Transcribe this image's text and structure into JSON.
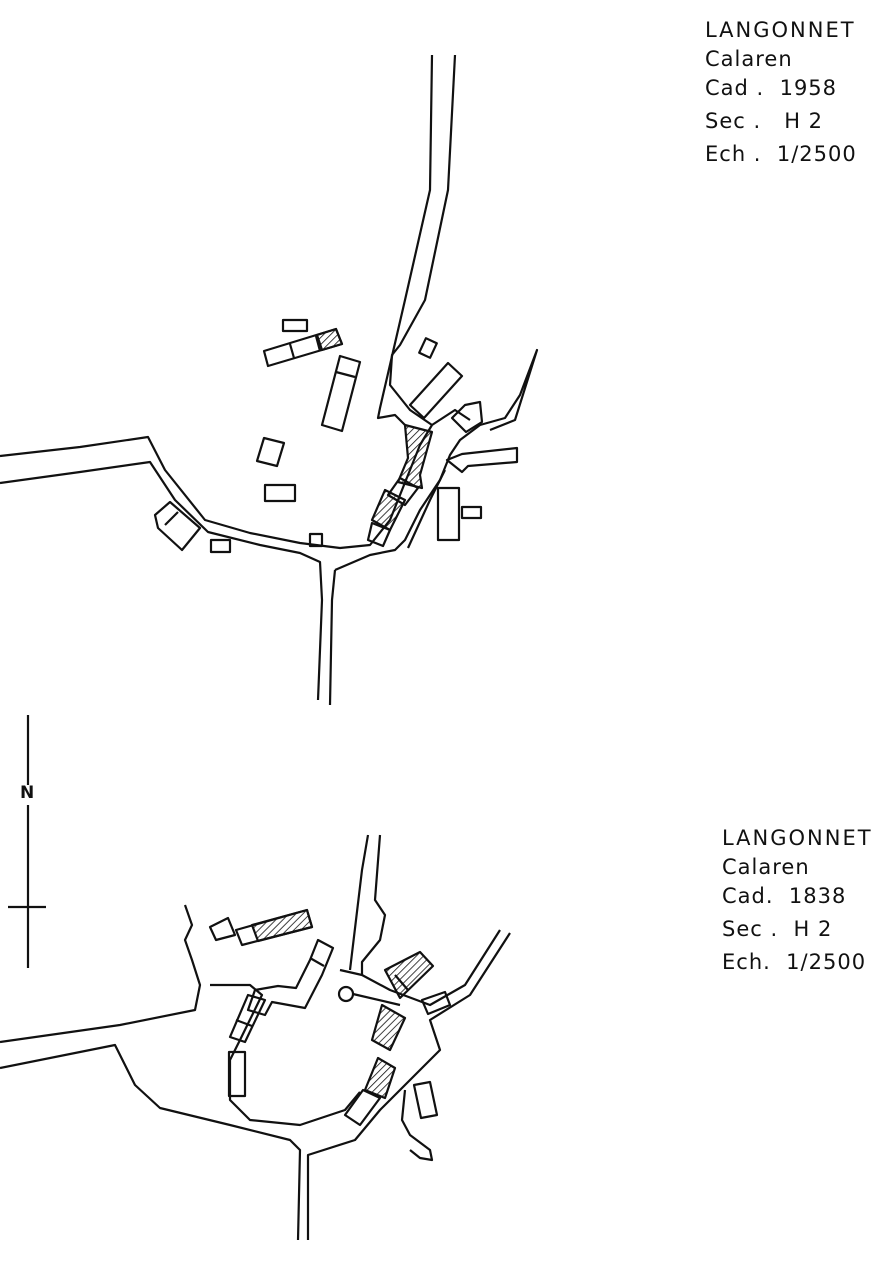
{
  "map_1958": {
    "commune": "LANGONNET",
    "place": "Calaren",
    "cadastre_label": "Cad .",
    "cadastre_year": "1958",
    "section_label": "Sec .",
    "section": "H 2",
    "scale_label": "Ech .",
    "scale": "1/2500"
  },
  "map_1838": {
    "commune": "LANGONNET",
    "place": "Calaren",
    "cadastre_label": "Cad.",
    "cadastre_year": "1838",
    "section_label": "Sec .",
    "section": "H 2",
    "scale_label": "Ech.",
    "scale": "1/2500"
  },
  "north_arrow": {
    "label": "N"
  },
  "colors": {
    "ink": "#111111",
    "paper": "#ffffff"
  }
}
